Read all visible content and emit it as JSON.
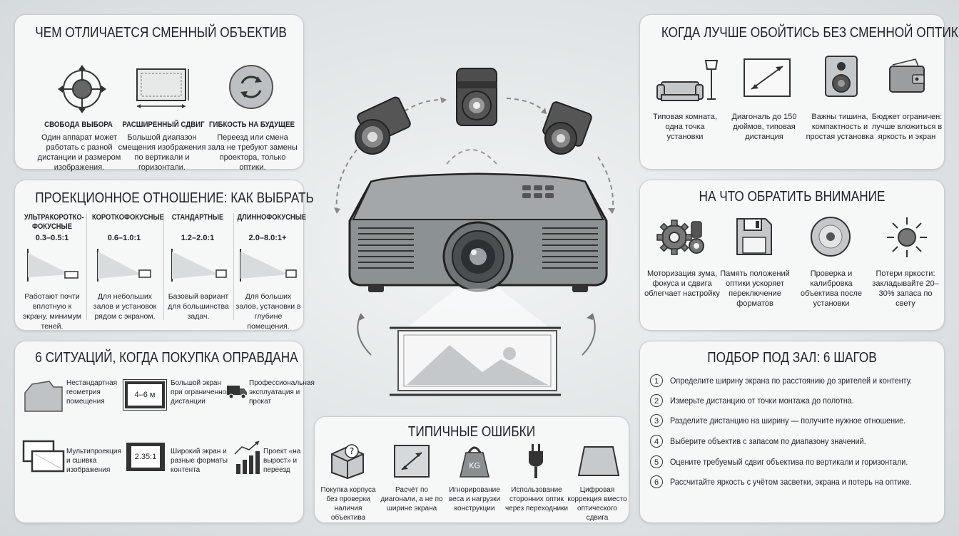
{
  "panel_lens": {
    "title": "ЧЕМ ОТЛИЧАЕТСЯ СМЕННЫЙ ОБЪЕКТИВ",
    "items": [
      {
        "icon": "target-icon",
        "heading": "СВОБОДА ВЫБОРА",
        "text": "Один аппарат может работать с разной дистанции и размером изображения."
      },
      {
        "icon": "shift-frame-icon",
        "heading": "РАСШИРЕННЫЙ СДВИГ",
        "text": "Большой диапазон смещения изображения по вертикали и горизонтали."
      },
      {
        "icon": "refresh-icon",
        "heading": "ГИБКОСТЬ НА БУДУЩЕЕ",
        "text": "Переезд или смена зала не требуют замены проектора, только оптики."
      }
    ]
  },
  "panel_ratio": {
    "title": "ПРОЕКЦИОННОЕ ОТНОШЕНИЕ: КАК ВЫБРАТЬ",
    "columns": [
      {
        "heading": "УЛЬТРАКОРОТКО-ФОКУСНЫЕ",
        "value": "0.3–0.5:1",
        "text": "Работают почти вплотную к экрану, минимум теней."
      },
      {
        "heading": "КОРОТКОФОКУСНЫЕ",
        "value": "0.6–1.0:1",
        "text": "Для небольших залов и установок рядом с экраном."
      },
      {
        "heading": "СТАНДАРТНЫЕ",
        "value": "1.2–2.0:1",
        "text": "Базовый вариант для большинства задач."
      },
      {
        "heading": "ДЛИННОФОКУСНЫЕ",
        "value": "2.0–8.0:1+",
        "text": "Для больших залов, установки в глубине помещения."
      }
    ]
  },
  "panel_situations": {
    "title": "6 СИТУАЦИЙ, КОГДА ПОКУПКА ОПРАВДАНА",
    "items": [
      {
        "icon": "room-shape-icon",
        "text": "Нестандартная геометрия помещения"
      },
      {
        "icon": "big-screen-icon",
        "badge": "4–6 м",
        "text": "Большой экран при ограниченной дистанции"
      },
      {
        "icon": "truck-icon",
        "text": "Профессиональная эксплуатация и прокат"
      },
      {
        "icon": "multi-screen-icon",
        "text": "Мультипроекция и сшивка изображения"
      },
      {
        "icon": "wide-screen-icon",
        "badge": "2.35:1",
        "text": "Широкий экран и разные форматы контента"
      },
      {
        "icon": "growth-chart-icon",
        "text": "Проект «на вырост» и переезд"
      }
    ]
  },
  "panel_mistakes": {
    "title": "ТИПИЧНЫЕ ОШИБКИ",
    "items": [
      {
        "icon": "box-question-icon",
        "text": "Покупка корпуса без проверки наличия объектива"
      },
      {
        "icon": "diagonal-icon",
        "text": "Расчёт по диагонали, а не по ширине экрана"
      },
      {
        "icon": "weight-icon",
        "badge": "KG",
        "text": "Игнорирование веса и нагрузки конструкции"
      },
      {
        "icon": "adapter-plug-icon",
        "text": "Использование сторонних оптик через переходники"
      },
      {
        "icon": "trapezoid-icon",
        "text": "Цифровая коррекция вместо оптического сдвига"
      }
    ]
  },
  "panel_without": {
    "title": "КОГДА ЛУЧШЕ ОБОЙТИСЬ БЕЗ СМЕННОЙ ОПТИКИ",
    "items": [
      {
        "icon": "sofa-lamp-icon",
        "text": "Типовая комната, одна точка установки"
      },
      {
        "icon": "diagonal-icon",
        "text": "Диагональ до 150 дюймов, типовая дистанция"
      },
      {
        "icon": "speaker-icon",
        "text": "Важны тишина, компактность и простая установка"
      },
      {
        "icon": "wallet-icon",
        "text": "Бюджет ограничен: лучше вложиться в яркость и экран"
      }
    ]
  },
  "panel_attention": {
    "title": "НА ЧТО ОБРАТИТЬ ВНИМАНИЕ",
    "items": [
      {
        "icon": "gears-icon",
        "text": "Моторизация зума, фокуса и сдвига облегчает настройку"
      },
      {
        "icon": "floppy-icon",
        "text": "Память положений оптики ускоряет переключение форматов"
      },
      {
        "icon": "disc-icon",
        "text": "Проверка и калибровка объектива после установки"
      },
      {
        "icon": "sun-icon",
        "text": "Потери яркости: закладывайте 20–30% запаса по свету"
      }
    ]
  },
  "panel_steps": {
    "title": "ПОДБОР ПОД ЗАЛ: 6 ШАГОВ",
    "steps": [
      {
        "n": "1",
        "text": "Определите ширину экрана по расстоянию до зрителей и контенту."
      },
      {
        "n": "2",
        "text": "Измерьте дистанцию от точки монтажа до полотна."
      },
      {
        "n": "3",
        "text": "Разделите дистанцию на ширину — получите нужное отношение."
      },
      {
        "n": "4",
        "text": "Выберите объектив с запасом по диапазону значений."
      },
      {
        "n": "5",
        "text": "Оцените требуемый сдвиг объектива по вертикали и горизонтали."
      },
      {
        "n": "6",
        "text": "Рассчитайте яркость с учётом засветки, экрана и потерь на оптике."
      }
    ]
  }
}
